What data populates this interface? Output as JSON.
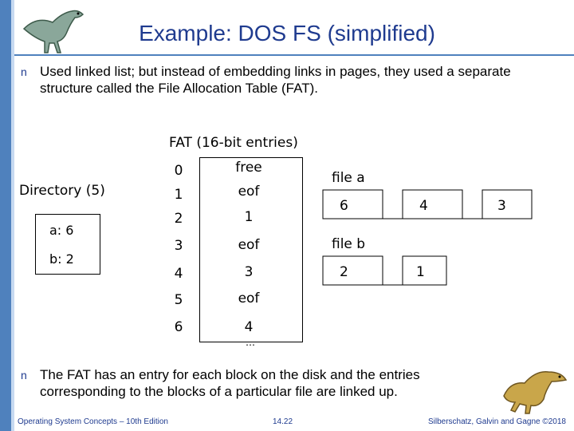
{
  "slide": {
    "title": "Example: DOS FS (simplified)",
    "bullets": [
      "Used linked list; but instead of embedding links in pages, they used a separate structure called the File Allocation Table (FAT).",
      "The FAT has an entry for each block on the disk and the entries corresponding to the blocks of a particular file are linked up."
    ],
    "bullet_marker": "n"
  },
  "directory": {
    "label": "Directory (5)",
    "entries": [
      "a: 6",
      "b: 2"
    ]
  },
  "fat": {
    "label": "FAT (16-bit entries)",
    "rows": [
      {
        "index": "0",
        "value": "free"
      },
      {
        "index": "1",
        "value": "eof"
      },
      {
        "index": "2",
        "value": "1"
      },
      {
        "index": "3",
        "value": "eof"
      },
      {
        "index": "4",
        "value": "3"
      },
      {
        "index": "5",
        "value": "eof"
      },
      {
        "index": "6",
        "value": "4"
      }
    ],
    "ellipsis": "…"
  },
  "files": [
    {
      "label": "file a",
      "blocks": [
        "6",
        "4",
        "3"
      ]
    },
    {
      "label": "file b",
      "blocks": [
        "2",
        "1"
      ]
    }
  ],
  "footer": {
    "left": "Operating System Concepts – 10th Edition",
    "center": "14.22",
    "right": "Silberschatz, Galvin and Gagne ©2018"
  },
  "colors": {
    "title": "#1f3b8f",
    "accent_bar": "#4f81bd"
  }
}
